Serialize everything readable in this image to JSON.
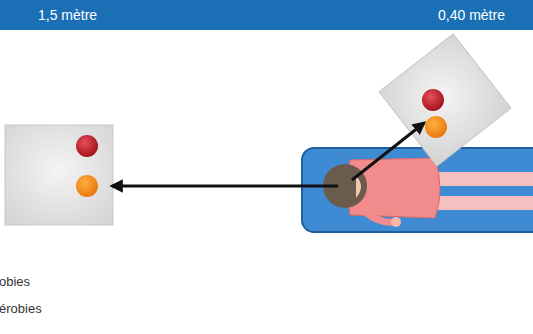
{
  "diagram": {
    "nodes": [
      {
        "text": [
          "1,5 mètre",
          "0,40 mètre"
        ]
      }
    ],
    "labels": [
      "obies",
      "érobies"
    ]
  }
}
